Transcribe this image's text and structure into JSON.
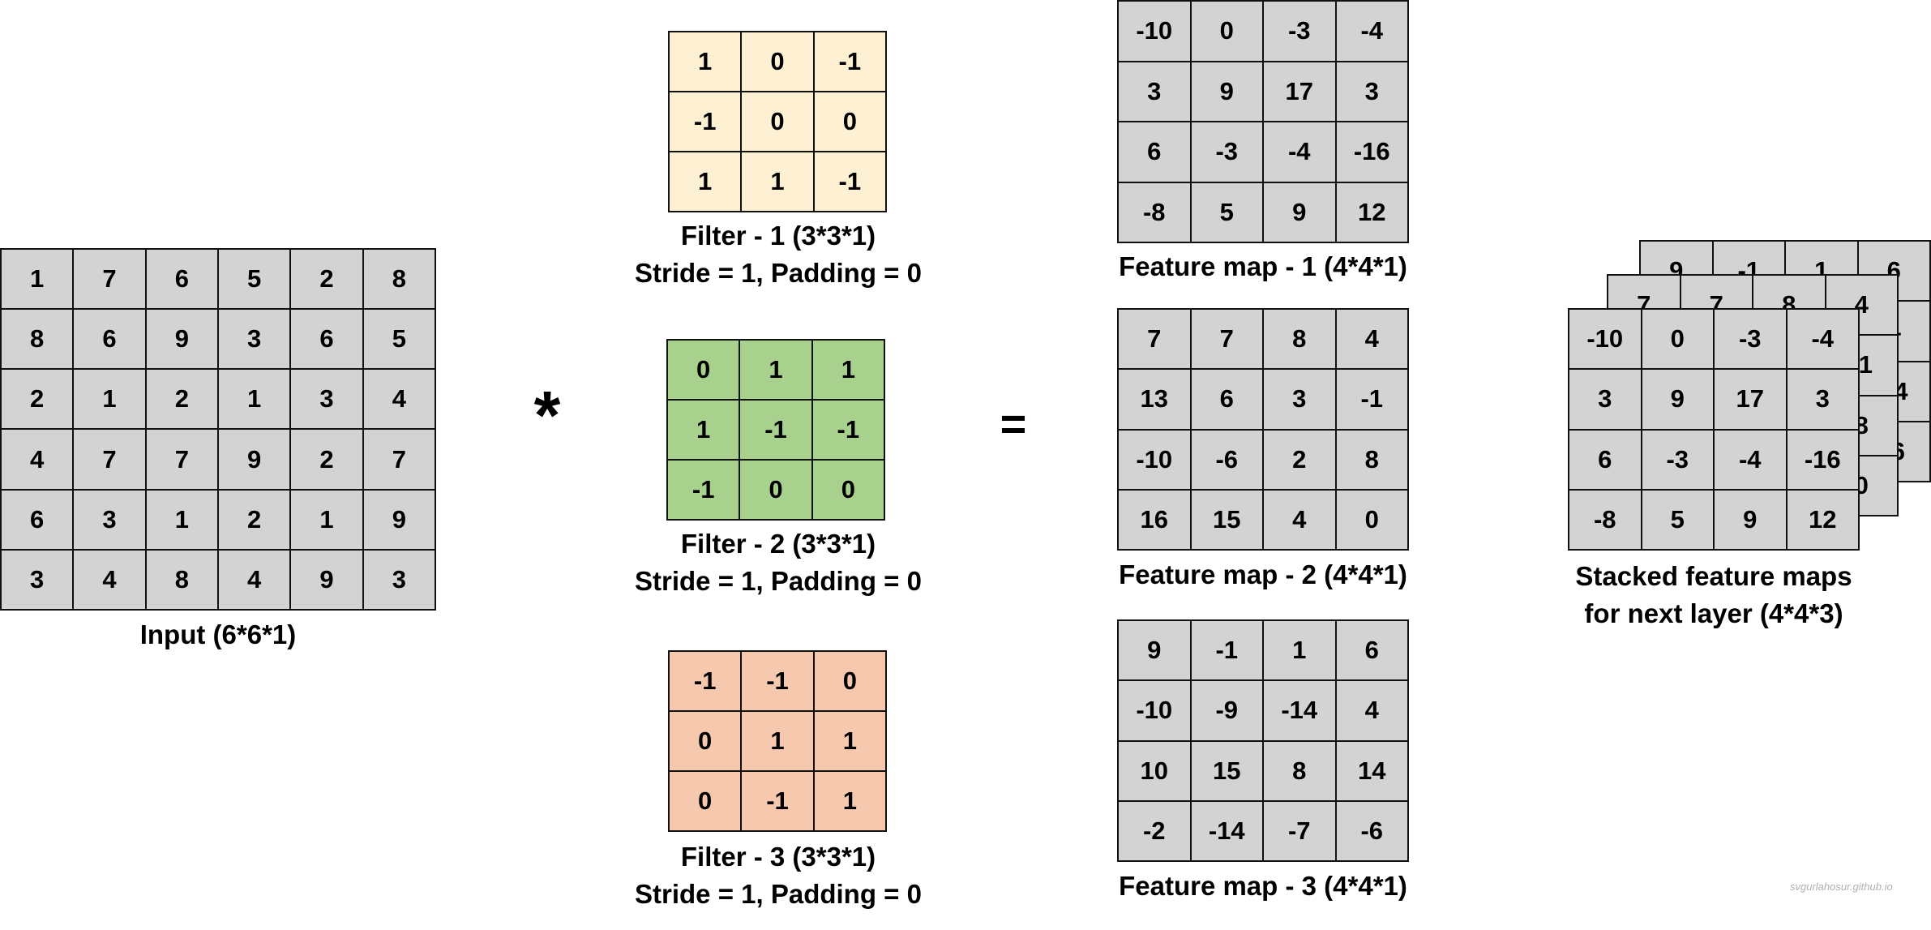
{
  "operator_convolve": "*",
  "operator_equals": "=",
  "input": {
    "caption": "Input (6*6*1)",
    "rows": [
      [
        "1",
        "7",
        "6",
        "5",
        "2",
        "8"
      ],
      [
        "8",
        "6",
        "9",
        "3",
        "6",
        "5"
      ],
      [
        "2",
        "1",
        "2",
        "1",
        "3",
        "4"
      ],
      [
        "4",
        "7",
        "7",
        "9",
        "2",
        "7"
      ],
      [
        "6",
        "3",
        "1",
        "2",
        "1",
        "9"
      ],
      [
        "3",
        "4",
        "8",
        "4",
        "9",
        "3"
      ]
    ]
  },
  "filters": [
    {
      "caption": "Filter - 1 (3*3*1)",
      "stride_padding": "Stride = 1, Padding = 0",
      "color": "#fdf0d3",
      "rows": [
        [
          "1",
          "0",
          "-1"
        ],
        [
          "-1",
          "0",
          "0"
        ],
        [
          "1",
          "1",
          "-1"
        ]
      ]
    },
    {
      "caption": "Filter - 2 (3*3*1)",
      "stride_padding": "Stride = 1, Padding = 0",
      "color": "#a9d18e",
      "rows": [
        [
          "0",
          "1",
          "1"
        ],
        [
          "1",
          "-1",
          "-1"
        ],
        [
          "-1",
          "0",
          "0"
        ]
      ]
    },
    {
      "caption": "Filter - 3 (3*3*1)",
      "stride_padding": "Stride = 1, Padding = 0",
      "color": "#f6c8ad",
      "rows": [
        [
          "-1",
          "-1",
          "0"
        ],
        [
          "0",
          "1",
          "1"
        ],
        [
          "0",
          "-1",
          "1"
        ]
      ]
    }
  ],
  "feature_maps": [
    {
      "caption": "Feature map - 1 (4*4*1)",
      "rows": [
        [
          "-10",
          "0",
          "-3",
          "-4"
        ],
        [
          "3",
          "9",
          "17",
          "3"
        ],
        [
          "6",
          "-3",
          "-4",
          "-16"
        ],
        [
          "-8",
          "5",
          "9",
          "12"
        ]
      ]
    },
    {
      "caption": "Feature map - 2 (4*4*1)",
      "rows": [
        [
          "7",
          "7",
          "8",
          "4"
        ],
        [
          "13",
          "6",
          "3",
          "-1"
        ],
        [
          "-10",
          "-6",
          "2",
          "8"
        ],
        [
          "16",
          "15",
          "4",
          "0"
        ]
      ]
    },
    {
      "caption": "Feature map - 3 (4*4*1)",
      "rows": [
        [
          "9",
          "-1",
          "1",
          "6"
        ],
        [
          "-10",
          "-9",
          "-14",
          "4"
        ],
        [
          "10",
          "15",
          "8",
          "14"
        ],
        [
          "-2",
          "-14",
          "-7",
          "-6"
        ]
      ]
    }
  ],
  "stacked": {
    "caption_line1": "Stacked feature maps",
    "caption_line2": "for next layer (4*4*3)"
  },
  "watermark": "svgurlahosur.github.io"
}
